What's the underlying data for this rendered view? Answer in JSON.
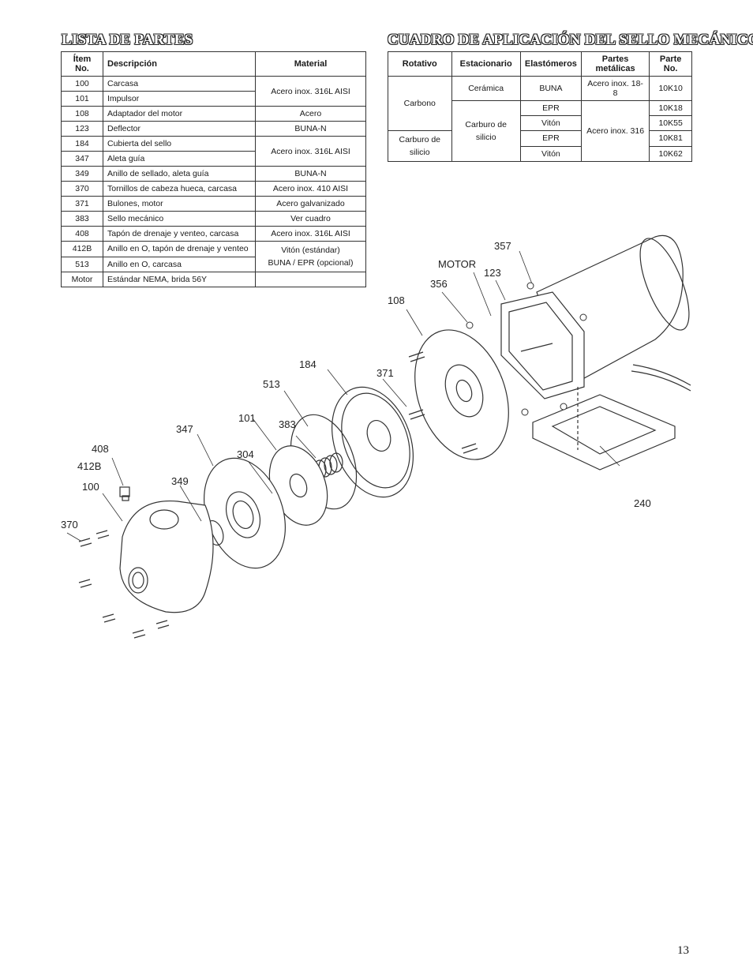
{
  "parts_list": {
    "title": "LISTA DE PARTES",
    "headers": [
      "Ítem No.",
      "Descripción",
      "Material"
    ],
    "rows": [
      {
        "item": "100",
        "desc": "Carcasa"
      },
      {
        "item": "101",
        "desc": "Impulsor"
      },
      {
        "item": "108",
        "desc": "Adaptador del motor"
      },
      {
        "item": "123",
        "desc": "Deflector"
      },
      {
        "item": "184",
        "desc": "Cubierta del sello"
      },
      {
        "item": "347",
        "desc": "Aleta guía"
      },
      {
        "item": "349",
        "desc": "Anillo de sellado, aleta guía"
      },
      {
        "item": "370",
        "desc": "Tornillos de cabeza hueca, carcasa"
      },
      {
        "item": "371",
        "desc": "Bulones, motor"
      },
      {
        "item": "383",
        "desc": "Sello mecánico"
      },
      {
        "item": "408",
        "desc": "Tapón de drenaje y venteo, carcasa"
      },
      {
        "item": "412B",
        "desc": "Anillo en O, tapón de drenaje y venteo"
      },
      {
        "item": "513",
        "desc": "Anillo en O, carcasa"
      },
      {
        "item": "Motor",
        "desc": "Estándar NEMA, brida 56Y"
      }
    ],
    "materials": {
      "m_100_101": "Acero inox. 316L AISI",
      "m_108": "Acero",
      "m_123": "BUNA-N",
      "m_184_347": "Acero inox. 316L AISI",
      "m_349": "BUNA-N",
      "m_370": "Acero inox. 410 AISI",
      "m_371": "Acero galvanizado",
      "m_383": "Ver cuadro",
      "m_408": "Acero inox. 316L AISI",
      "m_412B_513_a": "Vitón (estándar)",
      "m_412B_513_b": "BUNA / EPR (opcional)",
      "m_motor": ""
    }
  },
  "seal_chart": {
    "title": "CUADRO DE APLICACIÓN DEL SELLO MECÁNICO",
    "headers": [
      "Rotativo",
      "Estacionario",
      "Elastómeros",
      "Partes metálicas",
      "Parte No."
    ],
    "rotativo": [
      "Carbono",
      "Carburo de silicio"
    ],
    "estacionario": [
      "Cerámica",
      "Carburo de silicio"
    ],
    "elastomeros": [
      "BUNA",
      "EPR",
      "Vitón",
      "EPR",
      "Vitón"
    ],
    "metalicas": [
      "Acero inox. 18-8",
      "Acero inox. 316"
    ],
    "parte_no": [
      "10K10",
      "10K18",
      "10K55",
      "10K81",
      "10K62"
    ]
  },
  "callouts": {
    "c357": "357",
    "motor": "MOTOR",
    "c123": "123",
    "c356": "356",
    "c108": "108",
    "c184": "184",
    "c371": "371",
    "c513": "513",
    "c101": "101",
    "c383": "383",
    "c347": "347",
    "c304": "304",
    "c408": "408",
    "c412b": "412B",
    "c349": "349",
    "c100": "100",
    "c370": "370",
    "c240": "240"
  },
  "page_number": "13"
}
